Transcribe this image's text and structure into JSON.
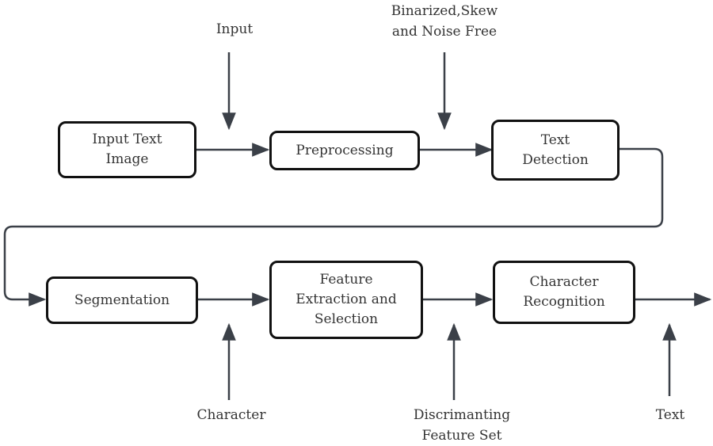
{
  "diagram": {
    "nodes": {
      "input_text_image": "Input Text\nImage",
      "preprocessing": "Preprocessing",
      "text_detection": "Text\nDetection",
      "segmentation": "Segmentation",
      "feature_extraction": "Feature\nExtraction and\nSelection",
      "character_recognition": "Character\nRecognition"
    },
    "labels": {
      "input": "Input",
      "binarized": "Binarized,Skew\nand Noise Free",
      "character": "Character",
      "discriminating": "Discrimanting\nFeature Set",
      "text": "Text"
    },
    "colors": {
      "line": "#3b4048",
      "box_border": "#111111",
      "text": "#333333"
    }
  }
}
